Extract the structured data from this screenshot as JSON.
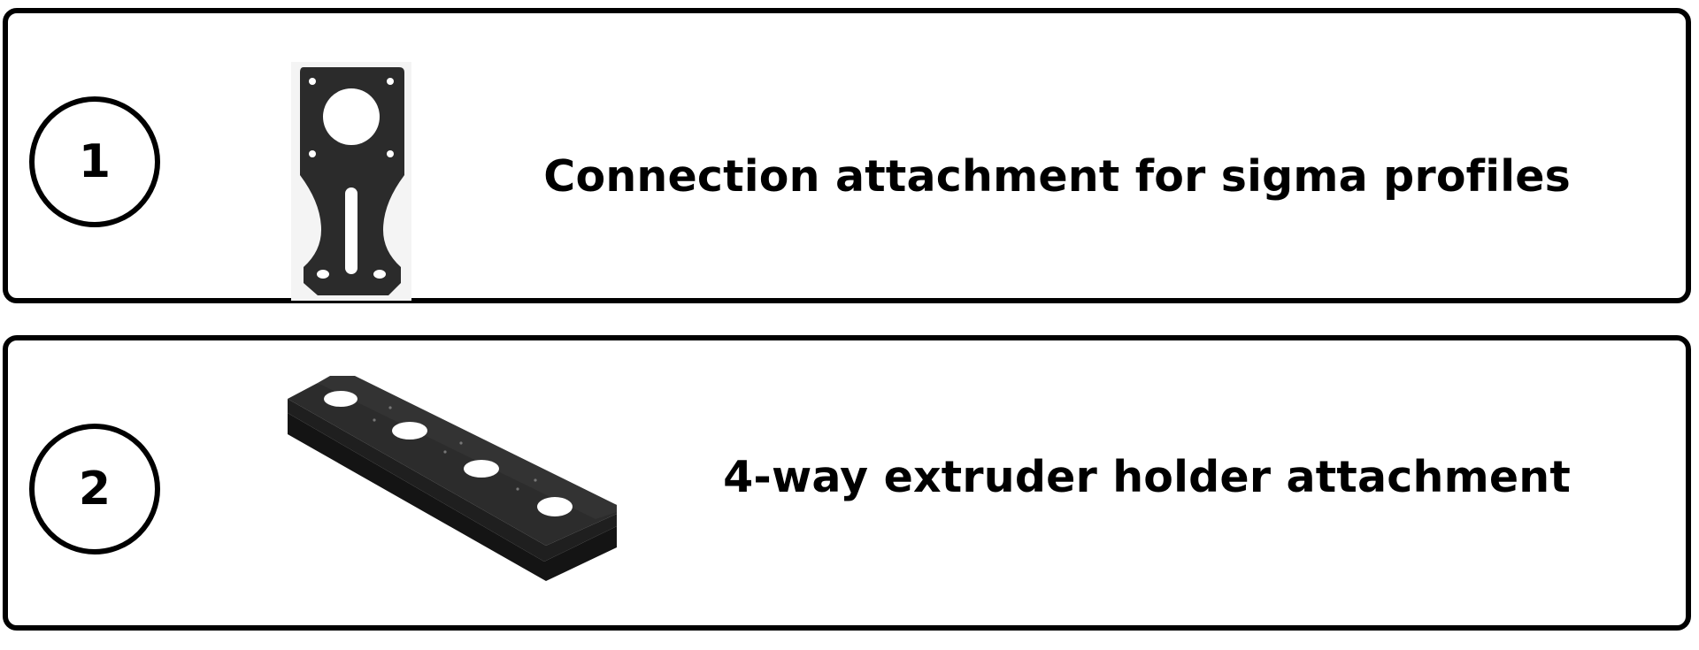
{
  "items": [
    {
      "number": "1",
      "label": "Connection attachment for sigma profiles",
      "image_icon": "mounting-plate-icon"
    },
    {
      "number": "2",
      "label": "4-way extruder holder attachment",
      "image_icon": "extruder-holder-bar-icon"
    }
  ],
  "colors": {
    "border": "#000000",
    "part": "#2b2b2b",
    "background": "#ffffff"
  }
}
